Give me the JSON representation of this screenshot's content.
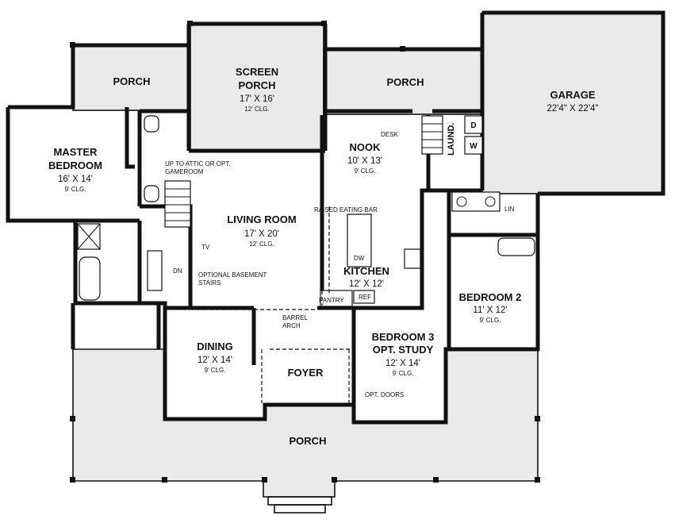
{
  "rooms": {
    "porch_left": {
      "name": "PORCH"
    },
    "screen_porch": {
      "name1": "SCREEN",
      "name2": "PORCH",
      "dim": "17' X 16'",
      "clg": "12' CLG."
    },
    "porch_right": {
      "name": "PORCH"
    },
    "garage": {
      "name": "GARAGE",
      "dim": "22'4\" X 22'4\""
    },
    "master": {
      "name1": "MASTER",
      "name2": "BEDROOM",
      "dim": "16' X 14'",
      "clg": "9' CLG."
    },
    "nook": {
      "name": "NOOK",
      "dim": "10' X 13'",
      "clg": "9' CLG."
    },
    "living": {
      "name": "LIVING ROOM",
      "dim": "17' X 20'",
      "clg": "12' CLG."
    },
    "kitchen": {
      "name": "KITCHEN",
      "dim": "12' X 12'"
    },
    "bedroom2": {
      "name": "BEDROOM 2",
      "dim": "11' X 12'",
      "clg": "9' CLG."
    },
    "bedroom3": {
      "name1": "BEDROOM 3",
      "name2": "OPT. STUDY",
      "dim": "12' X 14'",
      "clg": "9' CLG."
    },
    "dining": {
      "name": "DINING",
      "dim": "12' X 14'",
      "clg": "9' CLG."
    },
    "foyer": {
      "name": "FOYER"
    },
    "porch_front": {
      "name": "PORCH"
    }
  },
  "notes": {
    "attic1": "UP TO ATTIC OR OPT.",
    "attic2": "GAMEROOM",
    "desk": "DESK",
    "laund": "LAUND.",
    "d": "D",
    "w": "W",
    "lin": "LIN",
    "eating_bar": "RAISED EATING BAR",
    "dw": "DW",
    "tv": "TV",
    "dn": "DN",
    "basement1": "OPTIONAL BASEMENT",
    "basement2": "STAIRS",
    "pantry": "PANTRY",
    "ref": "REF",
    "barrel1": "BARREL",
    "barrel2": "ARCH",
    "opt_doors": "OPT. DOORS"
  }
}
